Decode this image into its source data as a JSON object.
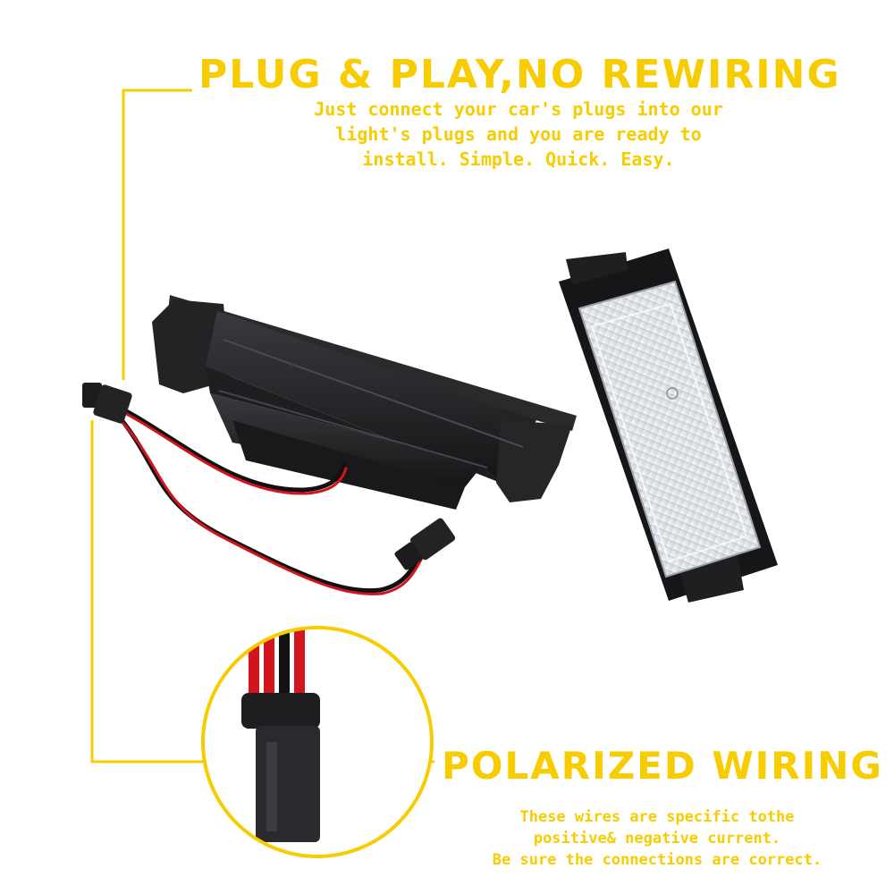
{
  "colors": {
    "accent": "#f7cc00",
    "housing": "#1c1c1e",
    "wire_red": "#d4141c",
    "wire_black": "#111111",
    "lens": "#e8ebee"
  },
  "callout_top": {
    "title": "PLUG & PLAY,NO REWIRING",
    "description": "Just connect your car's plugs into our\nlight's plugs and you are ready to\ninstall.  Simple.  Quick.  Easy."
  },
  "callout_bottom": {
    "title": "POLARIZED WIRING",
    "description": "These wires are specific tothe\npositive& negative current.\nBe sure the connections are correct."
  }
}
